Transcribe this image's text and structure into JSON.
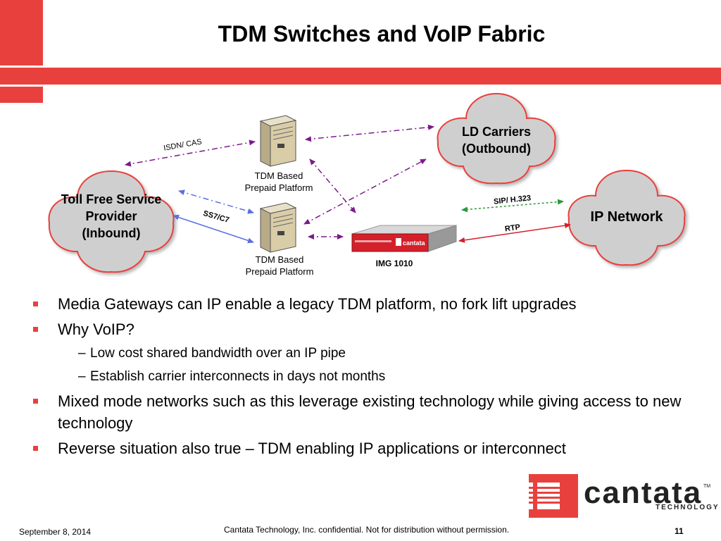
{
  "title": "TDM Switches and VoIP Fabric",
  "diagram": {
    "clouds": {
      "ld": [
        "LD Carriers",
        "(Outbound)"
      ],
      "tollfree": [
        "Toll Free Service",
        "Provider",
        "(Inbound)"
      ],
      "ip": "IP Network"
    },
    "servers": {
      "top": [
        "TDM Based",
        "Prepaid Platform"
      ],
      "bottom": [
        "TDM Based",
        "Prepaid Platform"
      ]
    },
    "device": {
      "brand": "cantata",
      "label": "IMG 1010"
    },
    "connections": {
      "isdn": "ISDN/ CAS",
      "ss7": "SS7/C7",
      "sip": "SIP/ H.323",
      "rtp": "RTP"
    }
  },
  "bullets": [
    {
      "level": 1,
      "text": "Media Gateways can IP enable a legacy TDM platform, no fork lift upgrades"
    },
    {
      "level": 1,
      "text": "Why VoIP?"
    },
    {
      "level": 2,
      "text": "Low cost shared bandwidth over an IP pipe"
    },
    {
      "level": 2,
      "text": "Establish carrier interconnects in days not months"
    },
    {
      "level": 1,
      "text": "Mixed mode networks such as this leverage existing technology while giving access to new technology"
    },
    {
      "level": 1,
      "text": "Reverse situation also true – TDM enabling IP applications or interconnect"
    }
  ],
  "footer": {
    "date": "September 8, 2014",
    "confidential": "Cantata Technology, Inc. confidential. Not for distribution without permission.",
    "page": "11"
  },
  "logo": {
    "word": "cantata",
    "sub": "TECHNOLOGY",
    "tm": "TM"
  },
  "colors": {
    "accent": "#e8413d",
    "purple": "#7b1a8c",
    "blue": "#5a6fe0",
    "green": "#2a9a3a",
    "red": "#d4202a",
    "cloud": "#cfcfcf"
  }
}
